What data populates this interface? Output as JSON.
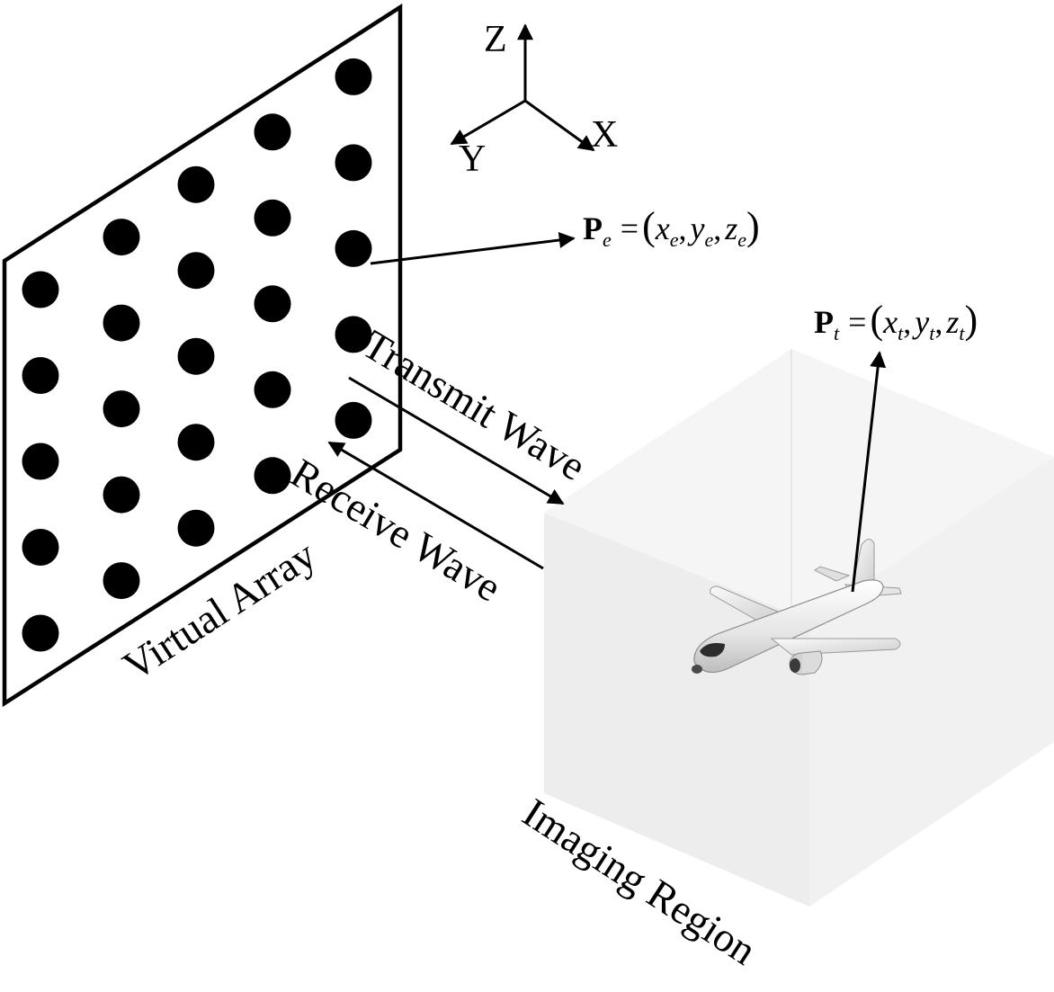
{
  "axes": {
    "z_label": "Z",
    "y_label": "Y",
    "x_label": "X"
  },
  "labels": {
    "virtual_array": "Virtual Array",
    "transmit_wave": "Transmit Wave",
    "receive_wave": "Receive Wave",
    "imaging_region": "Imaging Region"
  },
  "equations": {
    "pe": {
      "symbol": "P",
      "symbol_sub": "e",
      "equals": "=",
      "open": "(",
      "x": "x",
      "x_sub": "e",
      "y": "y",
      "y_sub": "e",
      "z": "z",
      "z_sub": "e",
      "comma": ",",
      "close": ")"
    },
    "pt": {
      "symbol": "P",
      "symbol_sub": "t",
      "equals": "=",
      "open": "(",
      "x": "x",
      "x_sub": "t",
      "y": "y",
      "y_sub": "t",
      "z": "z",
      "z_sub": "t",
      "comma": ",",
      "close": ")"
    }
  },
  "array": {
    "columns": 5,
    "rows": 5,
    "element_color": "#000000"
  },
  "colors": {
    "line": "#000000",
    "region_face_front": "#eeeeee",
    "region_face_side": "#f1f1f1",
    "region_face_top": "#f6f6f6",
    "aircraft": "#e8e8e8"
  },
  "icons": {
    "target": "airplane-icon"
  }
}
